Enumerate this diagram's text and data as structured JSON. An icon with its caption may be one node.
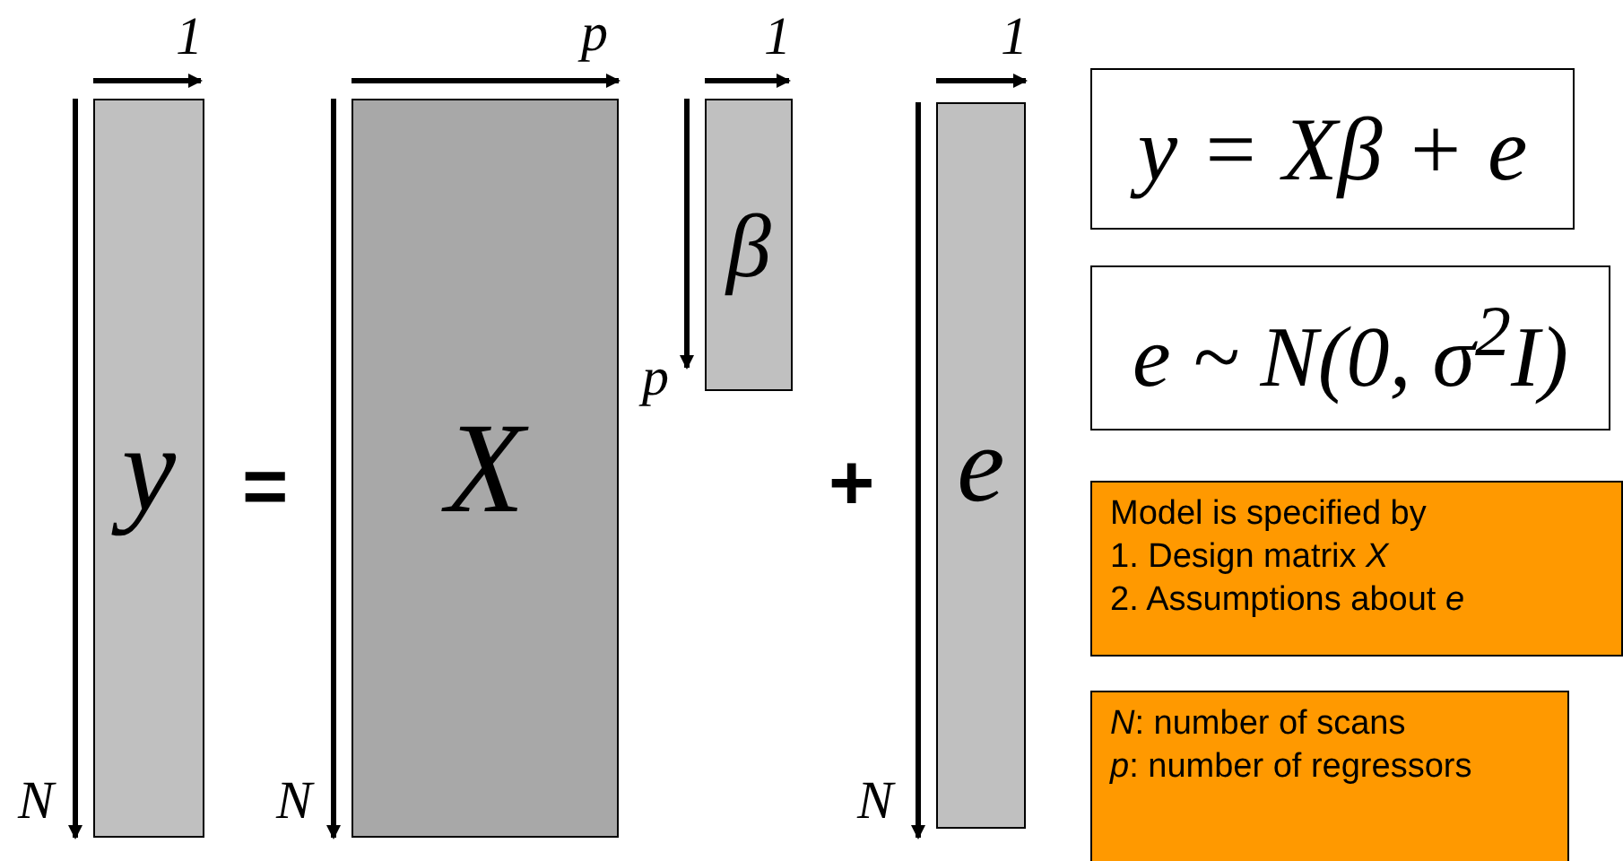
{
  "diagram": {
    "nodes": [
      {
        "text": [
          "y"
        ]
      },
      {
        "text": [
          "X"
        ]
      },
      {
        "text": [
          "β"
        ]
      },
      {
        "text": [
          "e"
        ]
      },
      {
        "text": [
          "y = Xβ + e"
        ]
      },
      {
        "text": [
          "e ~ N(0, σ$^{2}$I)"
        ]
      },
      {
        "text": [
          "Model is specified by",
          "1. Design matrix *X*",
          "2. Assumptions about *e*"
        ]
      },
      {
        "text": [
          "*N*: number of scans",
          "*p*: number of regressors"
        ]
      }
    ],
    "labels": [
      "1",
      "p",
      "1",
      "1",
      "=",
      "+",
      "p",
      "N",
      "N",
      "N"
    ]
  }
}
